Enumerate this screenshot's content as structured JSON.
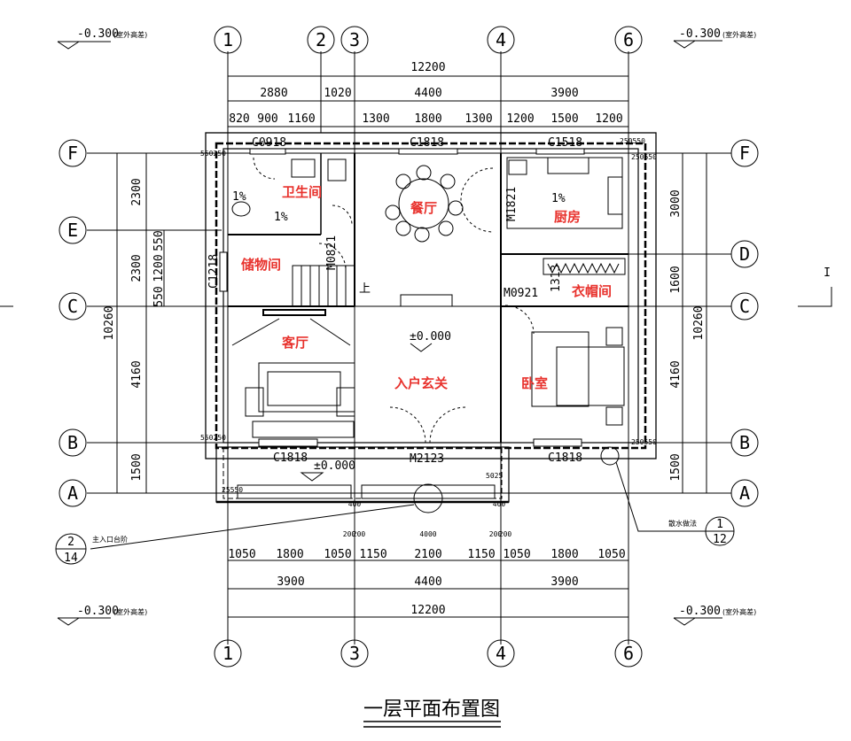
{
  "title": "一层平面布置图",
  "axes": {
    "cols_top": [
      "1",
      "2",
      "3",
      "4",
      "6"
    ],
    "cols_bottom": [
      "1",
      "3",
      "4",
      "6"
    ],
    "rows_left": [
      "F",
      "E",
      "C",
      "B",
      "A"
    ],
    "rows_right": [
      "F",
      "D",
      "C",
      "B",
      "A"
    ],
    "section_mark": "I"
  },
  "dims_top": {
    "total": "12200",
    "level2": [
      "2880",
      "1020",
      "4400",
      "3900"
    ],
    "level3": [
      "820",
      "900",
      "1160",
      "1300",
      "1800",
      "1300",
      "1200",
      "1500",
      "1200"
    ]
  },
  "dims_bottom": {
    "level1": [
      "1050",
      "1800",
      "1050",
      "1150",
      "2100",
      "1150",
      "1050",
      "1800",
      "1050"
    ],
    "level2": [
      "3900",
      "4400",
      "3900"
    ],
    "total": "12200",
    "small": [
      "400",
      "400",
      "200",
      "200",
      "4000",
      "200",
      "200"
    ]
  },
  "dims_left": {
    "total": "10260",
    "level2": [
      "2300",
      "2300",
      "4160",
      "1500"
    ],
    "level3": [
      "550",
      "1200",
      "550"
    ]
  },
  "dims_right": {
    "total": "10260",
    "level2": [
      "3000",
      "1600",
      "4160",
      "1500"
    ]
  },
  "elevations": {
    "outdoor": "-0.300",
    "outdoor_note": "(室外高差)",
    "floor": "±0.000",
    "porch": "±0.000"
  },
  "rooms": {
    "bathroom": "卫生间",
    "dining": "餐厅",
    "kitchen": "厨房",
    "storage": "储物间",
    "cloakroom": "衣帽间",
    "living": "客厅",
    "entrance": "入户玄关",
    "bedroom": "卧室"
  },
  "openings": {
    "c0918": "C0918",
    "c1818_top": "C1818",
    "c1518": "C1518",
    "m1821": "M1821",
    "m0821": "M0821",
    "c1218": "C1218",
    "m0921": "M0921",
    "c1818_bl": "C1818",
    "m2123": "M2123",
    "c1818_br": "C1818",
    "m1313": "1313"
  },
  "slopes": {
    "bath1": "1%",
    "bath2": "1%",
    "kitchen": "1%"
  },
  "stair_label": "上",
  "callouts": {
    "entrance_steps_label": "主入口台阶",
    "entrance_steps_num": "2",
    "entrance_steps_sheet": "14",
    "drainage_label": "散水做法",
    "drainage_num": "1",
    "drainage_sheet": "12"
  },
  "small_marks": {
    "f_left": "550250",
    "f_right": "250550",
    "b_left": "550250",
    "b_right": "250550",
    "porch_left": "25550",
    "porch_right": "5025",
    "kitchen_right": "250550"
  }
}
